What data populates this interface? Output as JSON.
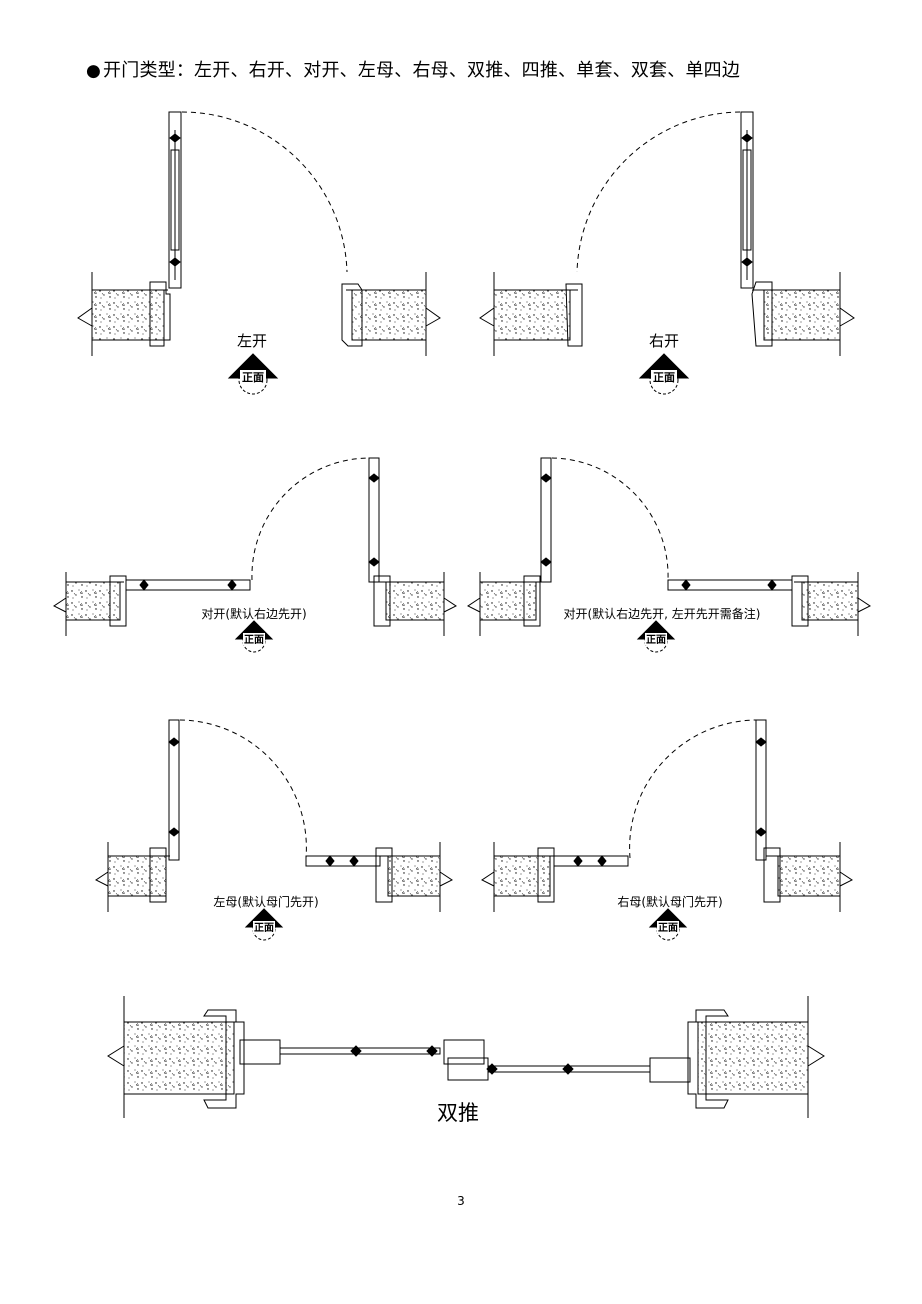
{
  "header": {
    "bullet": "●",
    "text": "开门类型：左开、右开、对开、左母、右母、双推、四推、单套、双套、单四边"
  },
  "front_mark": "正面",
  "diagrams": {
    "left_open": {
      "label": "左开"
    },
    "right_open": {
      "label": "右开"
    },
    "double_open_a": {
      "label": "对开(默认右边先开)"
    },
    "double_open_b": {
      "label": "对开(默认右边先开, 左开先开需备注)"
    },
    "left_mother": {
      "label": "左母(默认母门先开)"
    },
    "right_mother": {
      "label": "右母(默认母门先开)"
    },
    "double_sliding": {
      "label": "双推"
    }
  },
  "footer": {
    "page_number": "3"
  }
}
